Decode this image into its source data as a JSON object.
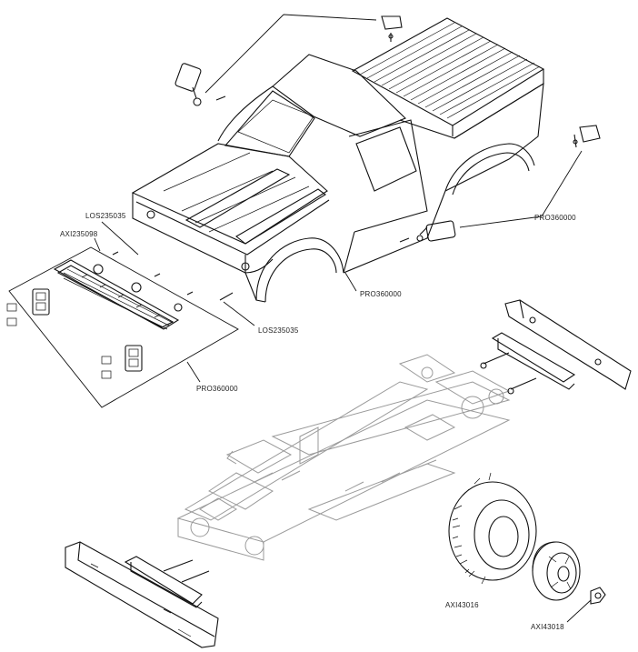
{
  "callouts": {
    "los235035_top": "LOS235035",
    "axi235098": "AXI235098",
    "pro360000_body_right": "PRO360000",
    "pro360000_body_bottom": "PRO360000",
    "los235035_bottom": "LOS235035",
    "pro360000_grille": "PRO360000",
    "axi43016": "AXI43016",
    "axi43018": "AXI43018"
  },
  "colors": {
    "line": "#111111",
    "chassis": "#9a9a9a",
    "background": "#ffffff"
  }
}
